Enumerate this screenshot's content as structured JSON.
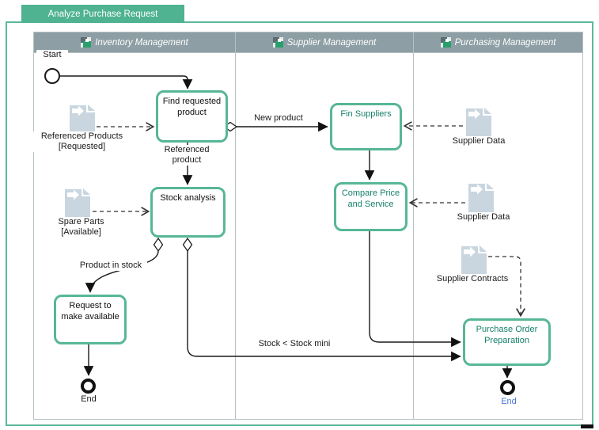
{
  "title": "Analyze Purchase Request",
  "lanes": [
    {
      "label": "Inventory Management"
    },
    {
      "label": "Supplier Management"
    },
    {
      "label": "Purchasing Management"
    }
  ],
  "events": {
    "start": {
      "label": "Start"
    },
    "end_inventory": {
      "label": "End"
    },
    "end_purchasing": {
      "label": "End"
    }
  },
  "tasks": {
    "find_requested_product": {
      "label": "Find requested product"
    },
    "stock_analysis": {
      "label": "Stock analysis"
    },
    "request_to_make_available": {
      "label": "Request to make available"
    },
    "fin_suppliers": {
      "label": "Fin Suppliers"
    },
    "compare_price_and_service": {
      "label": "Compare Price and Service"
    },
    "purchase_order_preparation": {
      "label": "Purchase Order Preparation"
    }
  },
  "data_objects": {
    "referenced_products": {
      "label": "Referenced Products\n[Requested]"
    },
    "spare_parts": {
      "label": "Spare Parts\n[Available]"
    },
    "supplier_data_1": {
      "label": "Supplier Data"
    },
    "supplier_data_2": {
      "label": "Supplier Data"
    },
    "supplier_contracts": {
      "label": "Supplier Contracts"
    }
  },
  "flow_labels": {
    "new_product": "New product",
    "referenced_product": "Referenced product",
    "product_in_stock": "Product in stock",
    "stock_lt_stock_mini": "Stock < Stock mini"
  },
  "colors": {
    "accent_teal_border": "#5cb899",
    "tab_background": "#4fb291",
    "task_border": "#57b795",
    "task_text_teal": "#14806b",
    "lane_header_gray": "#8d9ea4",
    "lane_border_gray": "#b7c1c5",
    "data_object_fill": "#c9d6e0",
    "end_label_blue": "#4a74d8",
    "flow_line": "#1a1a1a"
  }
}
